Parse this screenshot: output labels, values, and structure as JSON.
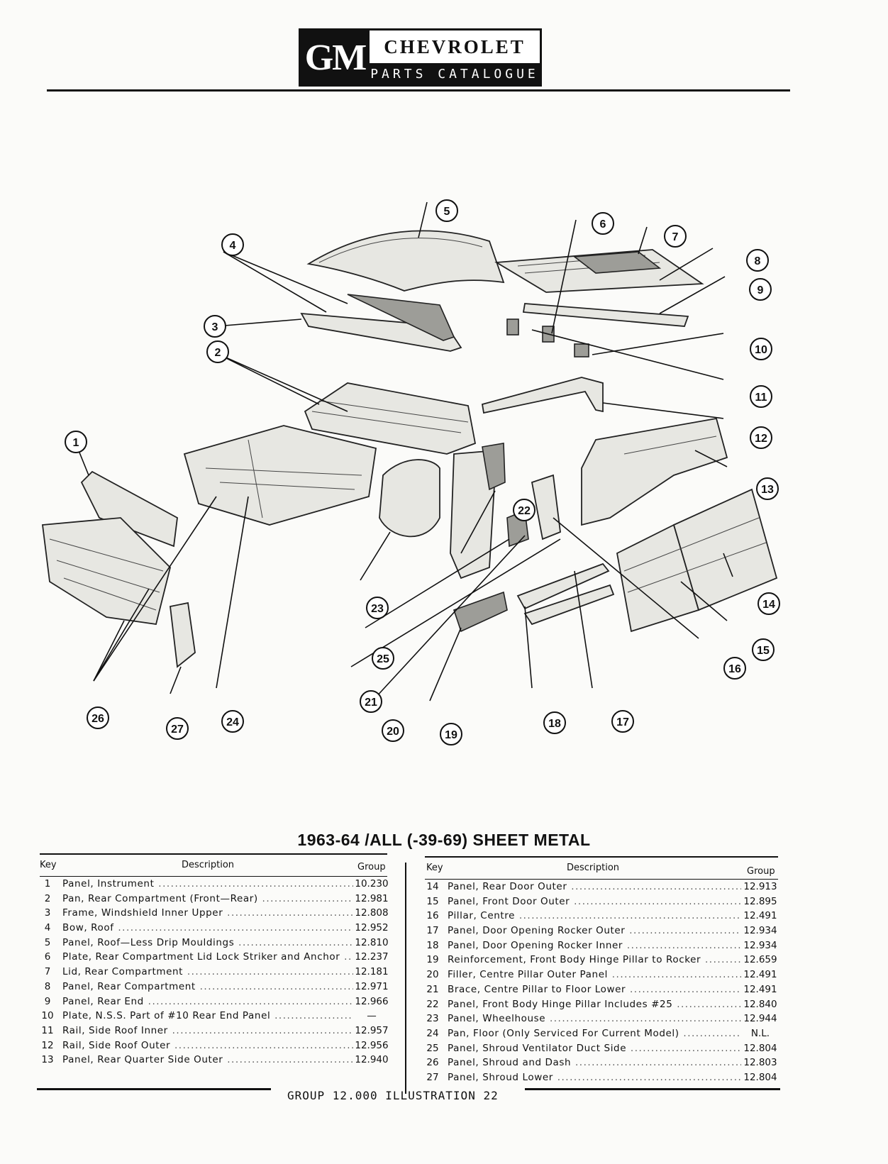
{
  "header": {
    "logo_text": "GM",
    "brand": "CHEVROLET",
    "subtitle": "PARTS CATALOGUE"
  },
  "callouts": [
    "1",
    "2",
    "3",
    "4",
    "5",
    "6",
    "7",
    "8",
    "9",
    "10",
    "11",
    "12",
    "13",
    "14",
    "15",
    "16",
    "17",
    "18",
    "19",
    "20",
    "21",
    "22",
    "23",
    "24",
    "25",
    "26",
    "27"
  ],
  "section_title": "1963-64 /ALL (-39-69) SHEET METAL",
  "table": {
    "columns": {
      "key": "Key",
      "description": "Description",
      "group": "Group"
    },
    "rows_left": [
      {
        "key": "1",
        "description": "Panel, Instrument",
        "group": "10.230"
      },
      {
        "key": "2",
        "description": "Pan, Rear Compartment (Front—Rear)",
        "group": "12.981"
      },
      {
        "key": "3",
        "description": "Frame, Windshield Inner Upper",
        "group": "12.808"
      },
      {
        "key": "4",
        "description": "Bow, Roof",
        "group": "12.952"
      },
      {
        "key": "5",
        "description": "Panel, Roof—Less Drip Mouldings",
        "group": "12.810"
      },
      {
        "key": "6",
        "description": "Plate, Rear Compartment Lid Lock Striker and Anchor",
        "group": "12.237"
      },
      {
        "key": "7",
        "description": "Lid, Rear Compartment",
        "group": "12.181"
      },
      {
        "key": "8",
        "description": "Panel, Rear Compartment",
        "group": "12.971"
      },
      {
        "key": "9",
        "description": "Panel, Rear End",
        "group": "12.966"
      },
      {
        "key": "10",
        "description": "Plate, N.S.S. Part of #10 Rear End Panel",
        "group": "—"
      },
      {
        "key": "11",
        "description": "Rail, Side Roof Inner",
        "group": "12.957"
      },
      {
        "key": "12",
        "description": "Rail, Side Roof Outer",
        "group": "12.956"
      },
      {
        "key": "13",
        "description": "Panel, Rear Quarter Side Outer",
        "group": "12.940"
      }
    ],
    "rows_right": [
      {
        "key": "14",
        "description": "Panel, Rear Door Outer",
        "group": "12.913"
      },
      {
        "key": "15",
        "description": "Panel, Front Door Outer",
        "group": "12.895"
      },
      {
        "key": "16",
        "description": "Pillar, Centre",
        "group": "12.491"
      },
      {
        "key": "17",
        "description": "Panel, Door Opening Rocker Outer",
        "group": "12.934"
      },
      {
        "key": "18",
        "description": "Panel, Door Opening Rocker Inner",
        "group": "12.934"
      },
      {
        "key": "19",
        "description": "Reinforcement, Front Body Hinge Pillar to Rocker",
        "group": "12.659"
      },
      {
        "key": "20",
        "description": "Filler, Centre Pillar Outer Panel",
        "group": "12.491"
      },
      {
        "key": "21",
        "description": "Brace, Centre Pillar to Floor Lower",
        "group": "12.491"
      },
      {
        "key": "22",
        "description": "Panel, Front Body Hinge Pillar Includes #25",
        "group": "12.840"
      },
      {
        "key": "23",
        "description": "Panel, Wheelhouse",
        "group": "12.944"
      },
      {
        "key": "24",
        "description": "Pan, Floor (Only Serviced For Current Model)",
        "group": "N.L."
      },
      {
        "key": "25",
        "description": "Panel, Shroud Ventilator Duct Side",
        "group": "12.804"
      },
      {
        "key": "26",
        "description": "Panel, Shroud and Dash",
        "group": "12.803"
      },
      {
        "key": "27",
        "description": "Panel, Shroud Lower",
        "group": "12.804"
      }
    ]
  },
  "footer": "GROUP 12.000 ILLUSTRATION 22"
}
